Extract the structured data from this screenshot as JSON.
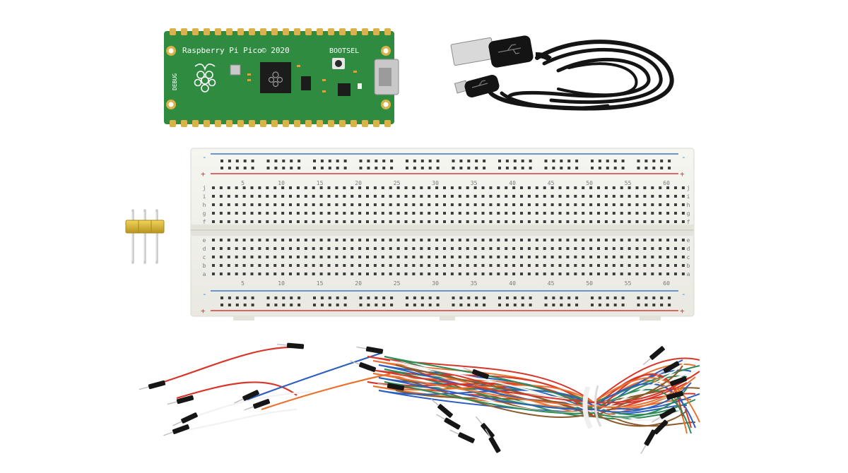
{
  "board": {
    "title": "Raspberry Pi Pico",
    "copyright": "© 2020",
    "bootsel": "BOOTSEL",
    "side_label": "DEBUG",
    "pcb_color": "#2e8b3f",
    "pad_color": "#d9b24a"
  },
  "breadboard": {
    "column_numbers": [
      "5",
      "10",
      "15",
      "20",
      "25",
      "30",
      "35",
      "40",
      "45",
      "50",
      "55",
      "60"
    ],
    "top_rows": [
      "j",
      "i",
      "h",
      "g",
      "f"
    ],
    "bottom_rows": [
      "e",
      "d",
      "c",
      "b",
      "a"
    ],
    "minus": "-",
    "plus": "+",
    "rail_red": "#d23b3b",
    "rail_blue": "#3a78c9"
  },
  "header_pins": {
    "count": 3
  },
  "usb_cable": {
    "color": "#151515"
  },
  "jumper_wires": {
    "colors": [
      "#d9362b",
      "#e8722e",
      "#2d5fbf",
      "#2e8b57",
      "#f2f2f2",
      "#8a5a2b"
    ]
  }
}
